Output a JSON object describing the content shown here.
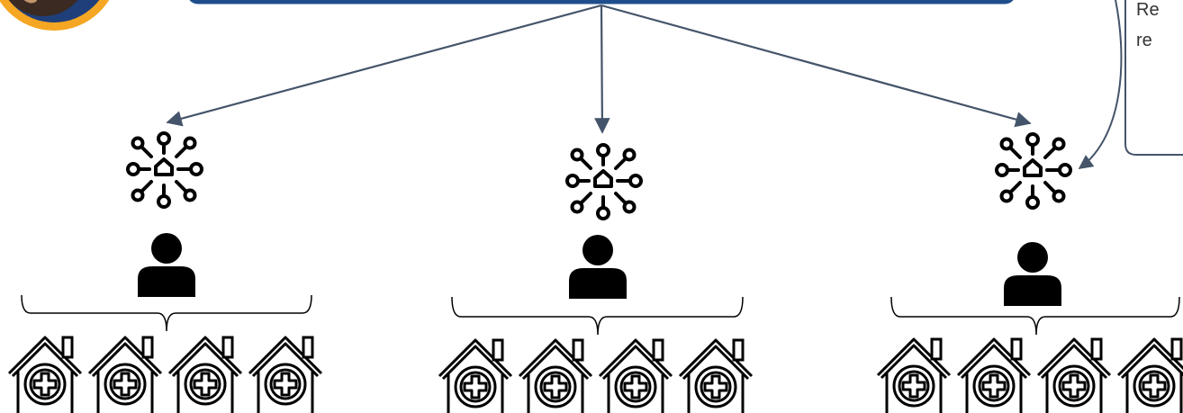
{
  "diagram": {
    "colors": {
      "banner_border": "#1f4e8c",
      "avatar_ring": "#f5a623",
      "arrow": "#44546a",
      "icon": "#000000",
      "bracket": "#000000"
    },
    "callout": {
      "line1": "Re",
      "line2": "re"
    },
    "groups": [
      {
        "hub_icon": "network-hub-icon",
        "person_icon": "person-icon",
        "clinic_icon": "clinic-house-icon",
        "clinic_count": 4
      },
      {
        "hub_icon": "network-hub-icon",
        "person_icon": "person-icon",
        "clinic_icon": "clinic-house-icon",
        "clinic_count": 4
      },
      {
        "hub_icon": "network-hub-icon",
        "person_icon": "person-icon",
        "clinic_icon": "clinic-house-icon",
        "clinic_count": 4
      }
    ]
  }
}
